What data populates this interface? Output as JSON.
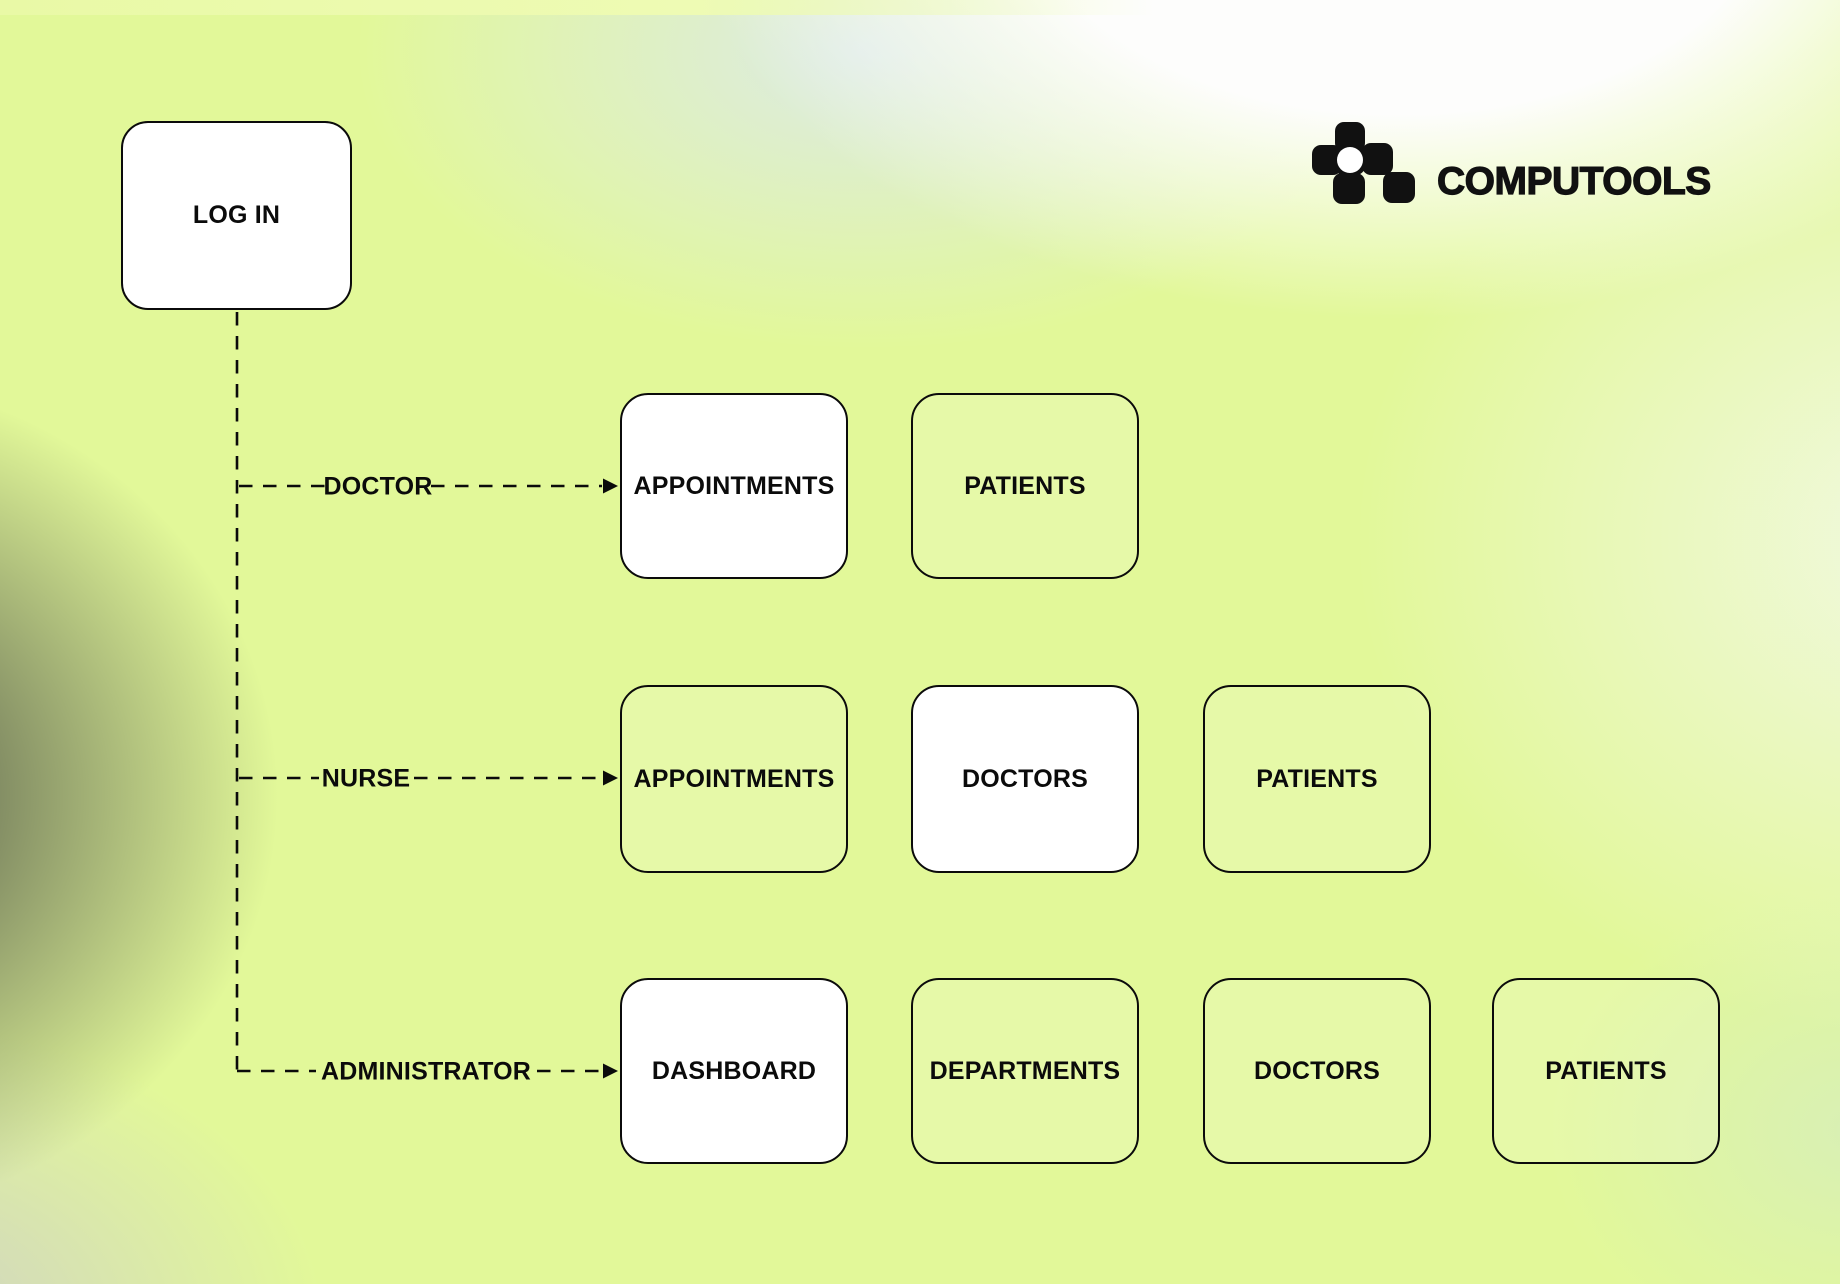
{
  "brand": {
    "wordmark": "COMPUTOOLS",
    "logo_icon": "pixel-cluster-mark"
  },
  "colors": {
    "background_lime": "#e2f899",
    "background_gray_blob": "#46493f",
    "background_white_blob": "#fdfdfc",
    "node_fill_highlighted": "#ffffff",
    "node_fill_default": "transparent",
    "line_and_text": "#0b0b0b"
  },
  "flowchart": {
    "root": {
      "label": "LOG IN"
    },
    "rows": [
      {
        "role": "DOCTOR",
        "nodes": [
          {
            "label": "APPOINTMENTS",
            "fill": "white"
          },
          {
            "label": "PATIENTS",
            "fill": "transparent"
          }
        ]
      },
      {
        "role": "NURSE",
        "nodes": [
          {
            "label": "APPOINTMENTS",
            "fill": "transparent"
          },
          {
            "label": "DOCTORS",
            "fill": "white"
          },
          {
            "label": "PATIENTS",
            "fill": "transparent"
          }
        ]
      },
      {
        "role": "ADMINISTRATOR",
        "nodes": [
          {
            "label": "DASHBOARD",
            "fill": "white"
          },
          {
            "label": "DEPARTMENTS",
            "fill": "transparent"
          },
          {
            "label": "DOCTORS",
            "fill": "transparent"
          },
          {
            "label": "PATIENTS",
            "fill": "transparent"
          }
        ]
      }
    ]
  }
}
